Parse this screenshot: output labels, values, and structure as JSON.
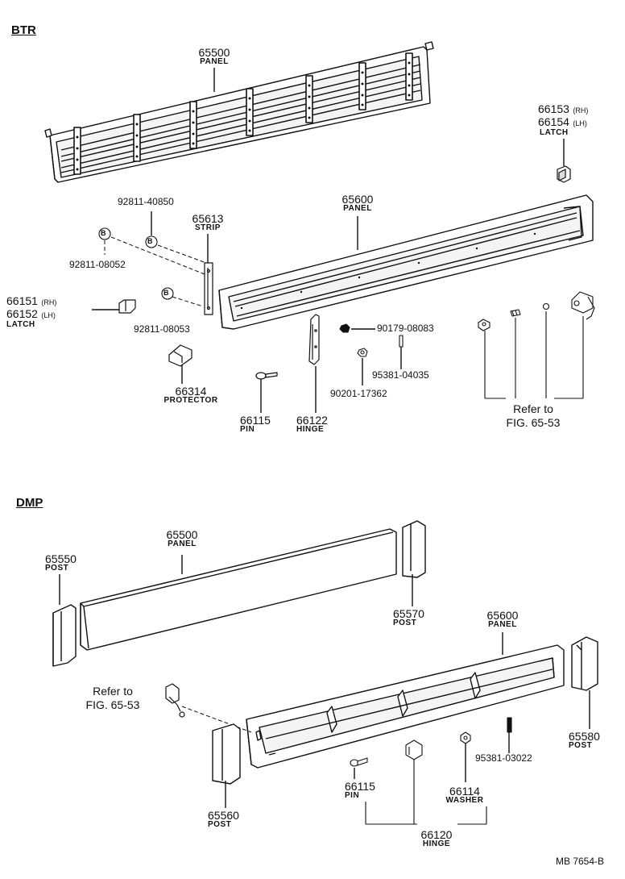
{
  "sections": {
    "btr": "BTR",
    "dmp": "DMP"
  },
  "btr": {
    "p65500": {
      "no": "65500",
      "name": "PANEL"
    },
    "p66153": {
      "no": "66153",
      "suffix": "(RH)"
    },
    "p66154": {
      "no": "66154",
      "suffix": "(LH)",
      "name": "LATCH"
    },
    "p92811_40850": {
      "no": "92811-40850"
    },
    "p65613": {
      "no": "65613",
      "name": "STRIP"
    },
    "p65600": {
      "no": "65600",
      "name": "PANEL"
    },
    "p92811_08052": {
      "no": "92811-08052"
    },
    "p66151": {
      "no": "66151",
      "suffix": "(RH)"
    },
    "p66152": {
      "no": "66152",
      "suffix": "(LH)",
      "name": "LATCH"
    },
    "p92811_08053": {
      "no": "92811-08053"
    },
    "p90179_08083": {
      "no": "90179-08083"
    },
    "p95381_04035": {
      "no": "95381-04035"
    },
    "p90201_17362": {
      "no": "90201-17362"
    },
    "p66314": {
      "no": "66314",
      "name": "PROTECTOR"
    },
    "p66115": {
      "no": "66115",
      "name": "PIN"
    },
    "p66122": {
      "no": "66122",
      "name": "HINGE"
    },
    "refer": {
      "line1": "Refer to",
      "line2": "FIG. 65-53"
    },
    "marker": "B"
  },
  "dmp": {
    "p65500": {
      "no": "65500",
      "name": "PANEL"
    },
    "p65550": {
      "no": "65550",
      "name": "POST"
    },
    "p65570": {
      "no": "65570",
      "name": "POST"
    },
    "p65600": {
      "no": "65600",
      "name": "PANEL"
    },
    "refer": {
      "line1": "Refer to",
      "line2": "FIG. 65-53"
    },
    "p65580": {
      "no": "65580",
      "name": "POST"
    },
    "p95381_03022": {
      "no": "95381-03022"
    },
    "p66115": {
      "no": "66115",
      "name": "PIN"
    },
    "p66114": {
      "no": "66114",
      "name": "WASHER"
    },
    "p65560": {
      "no": "65560",
      "name": "POST"
    },
    "p66120": {
      "no": "66120",
      "name": "HINGE"
    }
  },
  "footer": {
    "code": "MB 7654-B"
  }
}
